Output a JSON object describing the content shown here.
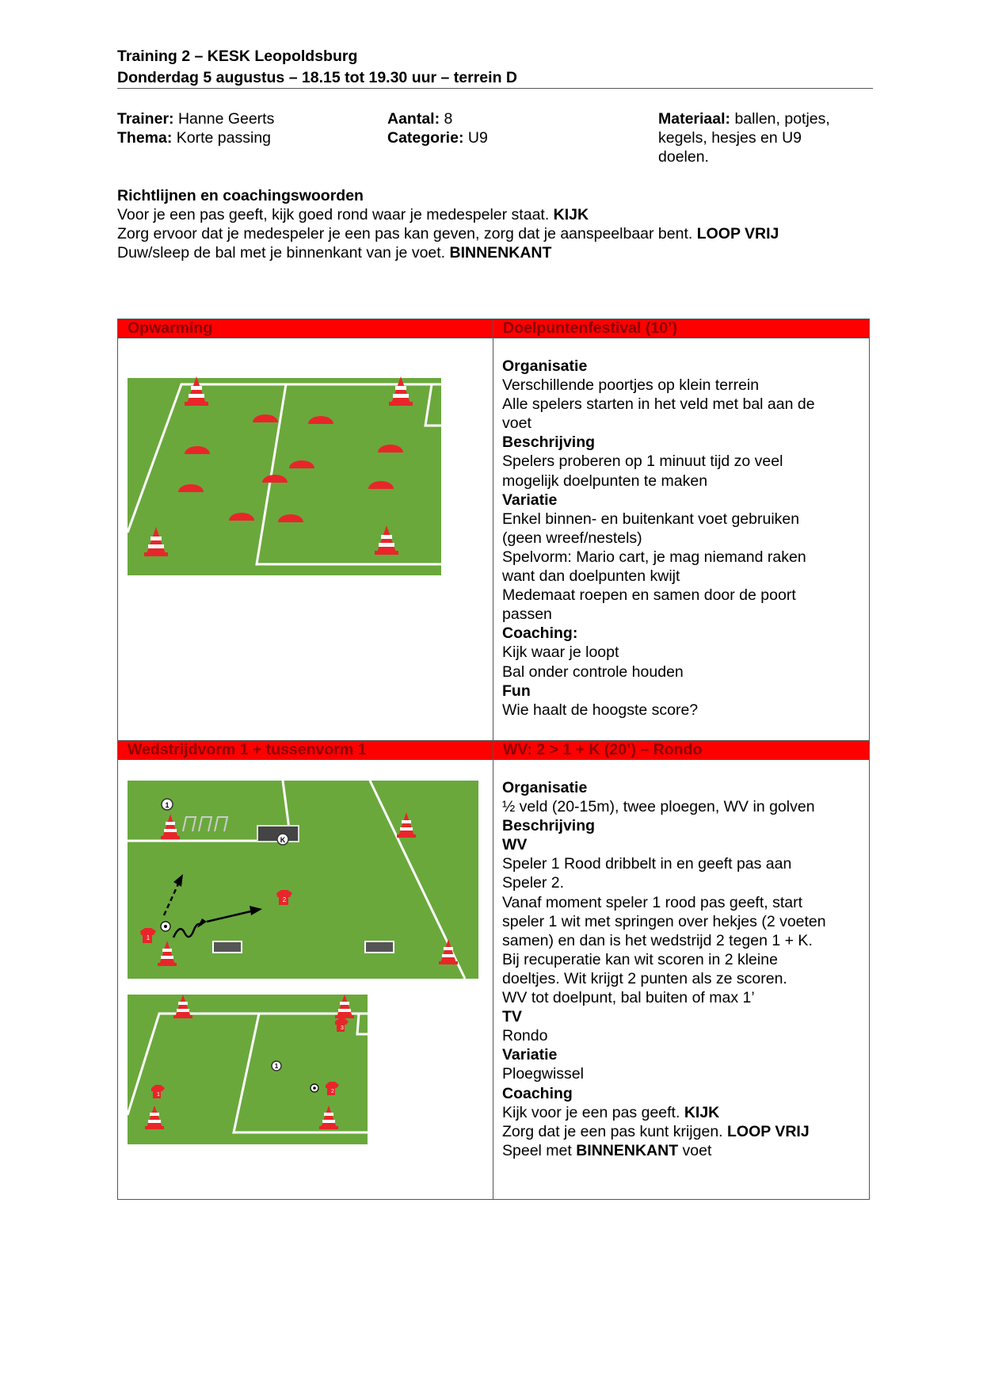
{
  "header": {
    "title": "Training 2 – KESK Leopoldsburg",
    "subtitle": "Donderdag 5 augustus – 18.15 tot 19.30 uur – terrein D"
  },
  "info": {
    "trainer_label": "Trainer:",
    "trainer_value": " Hanne Geerts",
    "thema_label": "Thema:",
    "thema_value": " Korte passing",
    "aantal_label": "Aantal:",
    "aantal_value": " 8",
    "categorie_label": "Categorie:",
    "categorie_value": " U9",
    "materiaal_label": "Materiaal:",
    "materiaal_line1": " ballen, potjes,",
    "materiaal_line2": "kegels, hesjes en U9",
    "materiaal_line3": "doelen."
  },
  "guidelines": {
    "heading": "Richtlijnen en coachingswoorden",
    "lines": [
      {
        "text": "Voor je een pas geeft, kijk goed rond waar je medespeler staat. ",
        "keyword": "KIJK"
      },
      {
        "text": "Zorg ervoor dat je medespeler je een pas kan geven, zorg dat je aanspeelbaar bent. ",
        "keyword": "LOOP VRIJ"
      },
      {
        "text": "Duw/sleep de bal met je binnenkant van je voet. ",
        "keyword": "BINNENKANT"
      }
    ]
  },
  "section1": {
    "left_header": "Opwarming",
    "right_header": "Doelpuntenfestival (10’)",
    "blocks": [
      {
        "heading": "Organisatie",
        "lines": [
          "Verschillende poortjes op klein terrein",
          "Alle spelers starten in het veld met bal aan de",
          "voet"
        ]
      },
      {
        "heading": "Beschrijving",
        "lines": [
          "Spelers proberen op 1 minuut tijd zo veel",
          "mogelijk doelpunten te maken"
        ]
      },
      {
        "heading": "Variatie",
        "lines": [
          "Enkel binnen- en buitenkant voet gebruiken",
          "(geen wreef/nestels)",
          "Spelvorm: Mario cart, je mag niemand raken",
          "want dan doelpunten kwijt",
          "Medemaat roepen en samen door de poort",
          "passen"
        ]
      },
      {
        "heading": "Coaching:",
        "lines": [
          "Kijk waar je loopt",
          "Bal onder controle houden"
        ]
      },
      {
        "heading": "Fun",
        "lines": [
          "Wie haalt de hoogste score?"
        ]
      }
    ]
  },
  "section2": {
    "left_header": "Wedstrijdvorm 1 + tussenvorm 1",
    "right_header": "WV: 2 > 1 + K (20’) – Rondo",
    "organisatie_heading": "Organisatie",
    "organisatie_line": "½ veld (20-15m), twee ploegen, WV in golven",
    "beschrijving_heading": "Beschrijving",
    "wv_heading": "WV",
    "wv_lines": [
      "Speler 1 Rood dribbelt in en geeft pas aan",
      "Speler 2.",
      "Vanaf moment speler 1 rood pas geeft, start",
      "speler 1 wit met springen over hekjes (2 voeten",
      "samen) en dan is het wedstrijd 2 tegen 1 + K.",
      "Bij recuperatie kan wit scoren in 2 kleine",
      "doeltjes. Wit krijgt 2 punten als ze scoren.",
      "WV tot doelpunt, bal buiten of max 1’"
    ],
    "tv_heading": "TV",
    "tv_lines": [
      "Rondo"
    ],
    "variatie_heading": "Variatie",
    "variatie_lines": [
      "Ploegwissel"
    ],
    "coaching_heading": "Coaching",
    "coaching_lines": [
      {
        "text": "Kijk voor je een pas geeft. ",
        "keyword": "KIJK",
        "after": ""
      },
      {
        "text": "Zorg dat je een pas kunt krijgen. ",
        "keyword": "LOOP VRIJ",
        "after": ""
      },
      {
        "text": "Speel met ",
        "keyword": "BINNENKANT",
        "after": " voet"
      }
    ]
  },
  "diagrams": {
    "pitch_color": "#6aa83c",
    "marker_color": "#e8262a",
    "player1_label": "1",
    "player2_label": "2",
    "player3_label": "3",
    "keeper_label": "K"
  }
}
